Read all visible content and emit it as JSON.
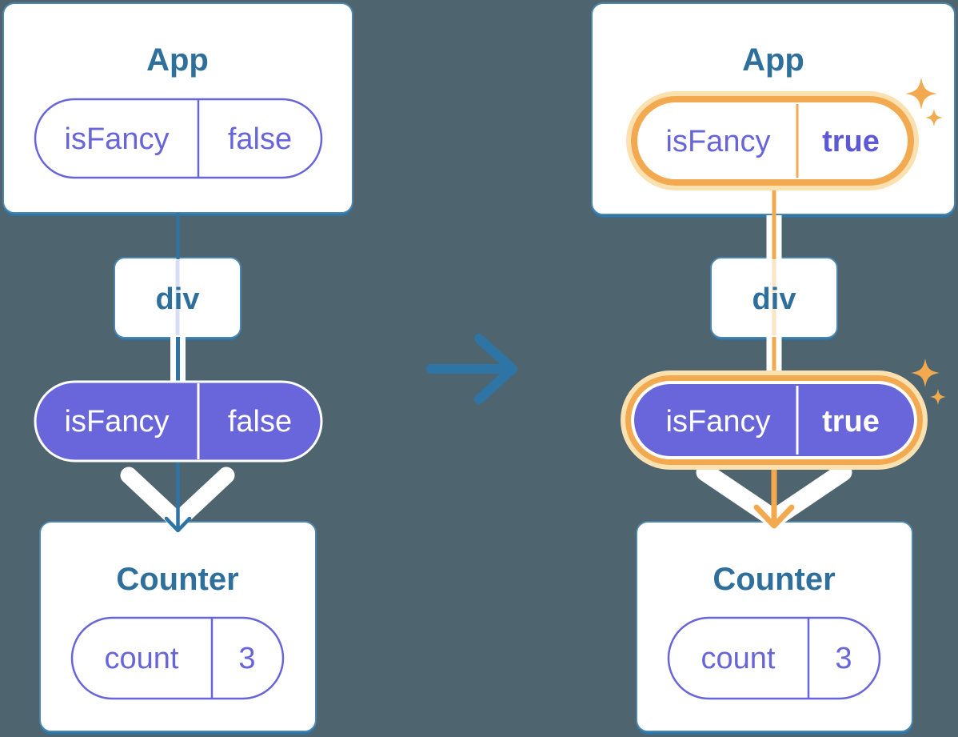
{
  "diagram": {
    "before": {
      "app": {
        "title": "App",
        "prop_name": "isFancy",
        "prop_value": "false"
      },
      "container": {
        "label": "div"
      },
      "passed_prop": {
        "name": "isFancy",
        "value": "false"
      },
      "counter": {
        "title": "Counter",
        "state_name": "count",
        "state_value": "3"
      }
    },
    "after": {
      "app": {
        "title": "App",
        "prop_name": "isFancy",
        "prop_value": "true"
      },
      "container": {
        "label": "div"
      },
      "passed_prop": {
        "name": "isFancy",
        "value": "true"
      },
      "counter": {
        "title": "Counter",
        "state_name": "count",
        "state_value": "3"
      }
    },
    "icons": {
      "transition_arrow": "right-arrow-icon",
      "sparkle": "sparkle-icon"
    },
    "colors": {
      "background": "#4E656F",
      "card_fill": "#FFFFFF",
      "steel_blue": "#2E74A4",
      "heading_text": "#2E6F9B",
      "purple": "#6966DB",
      "purple_text": "#6865DB",
      "purple_bold_text": "#5D59D6",
      "orange": "#F2A94F",
      "orange_glow": "#FBE0B0",
      "lavender_trace": "#D8DFF5",
      "peach_trace": "#FBE6C6",
      "white_flow": "#FFFFFF"
    }
  }
}
